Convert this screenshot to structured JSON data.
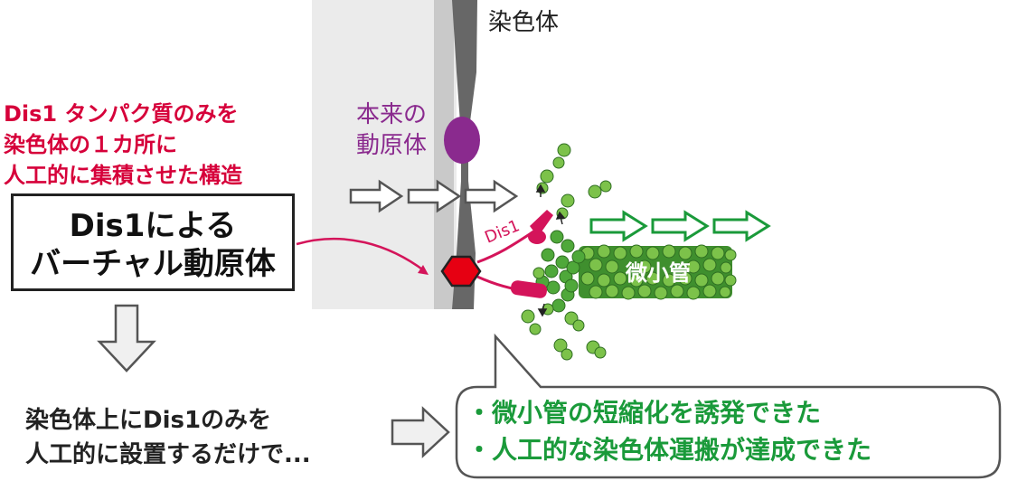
{
  "labels": {
    "chromosome": "染色体",
    "native_kinetochore": [
      "本来の",
      "動原体"
    ],
    "dis1_structure": [
      "Dis1 タンパク質のみを",
      "染色体の１カ所に",
      "人工的に集積させた構造"
    ],
    "virtual_kinetochore": [
      "Dis1による",
      "バーチャル動原体"
    ],
    "dis1": "Dis1",
    "microtubule": "微小管",
    "conclusion_left": [
      "染色体上にDis1のみを",
      "人工的に設置するだけで..."
    ],
    "results": [
      "・微小管の短縮化を誘発できた",
      "・人工的な染色体運搬が達成できた"
    ]
  },
  "colors": {
    "red": "#d6003a",
    "purple": "#8a2a8e",
    "green": "#1a9a3a",
    "magenta": "#d4145a",
    "chromosome_gray": "#666666"
  }
}
